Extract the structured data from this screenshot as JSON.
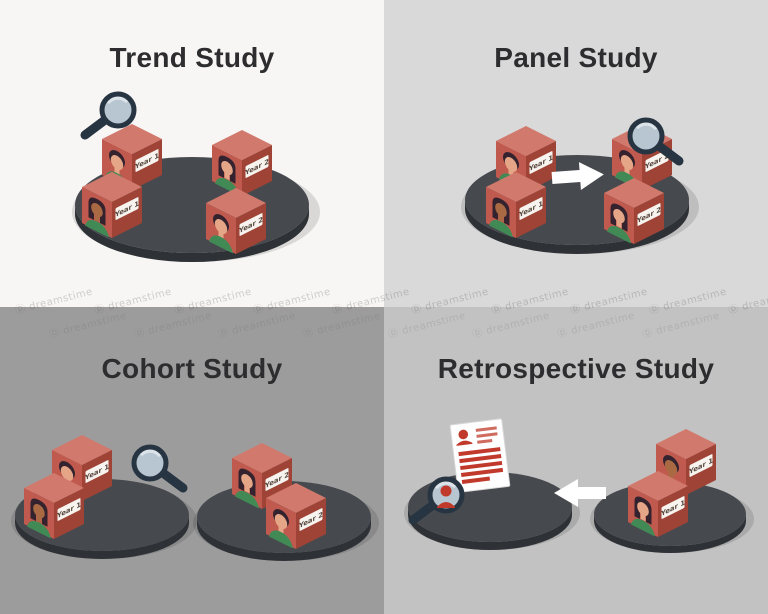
{
  "watermark": {
    "text": "Ⓓ dreamstime"
  },
  "quadrants": {
    "trend": {
      "title": "Trend Study",
      "labels": {
        "back_left": "Year 1",
        "front_left": "Year 1",
        "back_right": "Year 2",
        "front_right": "Year 2"
      }
    },
    "panel": {
      "title": "Panel Study",
      "labels": {
        "back_left": "Year 1",
        "front_left": "Year 1",
        "back_right": "Year 2",
        "front_right": "Year 2"
      }
    },
    "cohort": {
      "title": "Cohort Study",
      "labels": {
        "back_left": "Year 1",
        "front_left": "Year 1",
        "back_right": "Year 2",
        "front_right": "Year 2"
      }
    },
    "retrospective": {
      "title": "Retrospective Study",
      "labels": {
        "back_right": "Year 1",
        "front_left": "Year 1"
      }
    }
  },
  "colors": {
    "bg_trend": "#f7f6f4",
    "bg_panel": "#d9d9d9",
    "bg_cohort": "#9c9c9c",
    "bg_retro": "#c2c2c2",
    "title": "#2d2d2f",
    "cube_top": "#d2796d",
    "cube_left": "#c05a4e",
    "cube_right": "#a04337",
    "plate": "#f7f3ee",
    "plate_text": "#5a4a42",
    "platform_top": "#46494e",
    "platform_side": "#2e3236",
    "shadow": "rgba(0,0,0,0.12)",
    "mag_rim": "#273442",
    "mag_lens": "#b7c6d1",
    "mag_handle": "#273442",
    "mag_shine": "#e8eef2",
    "arrow": "#ffffff",
    "shirt": "#418a56",
    "skin": "#e5a587",
    "skin_dark": "#a96a43",
    "hair": "#34232f",
    "doc_red": "#c0392b",
    "page": "#ffffff",
    "watermark": "#555555"
  }
}
